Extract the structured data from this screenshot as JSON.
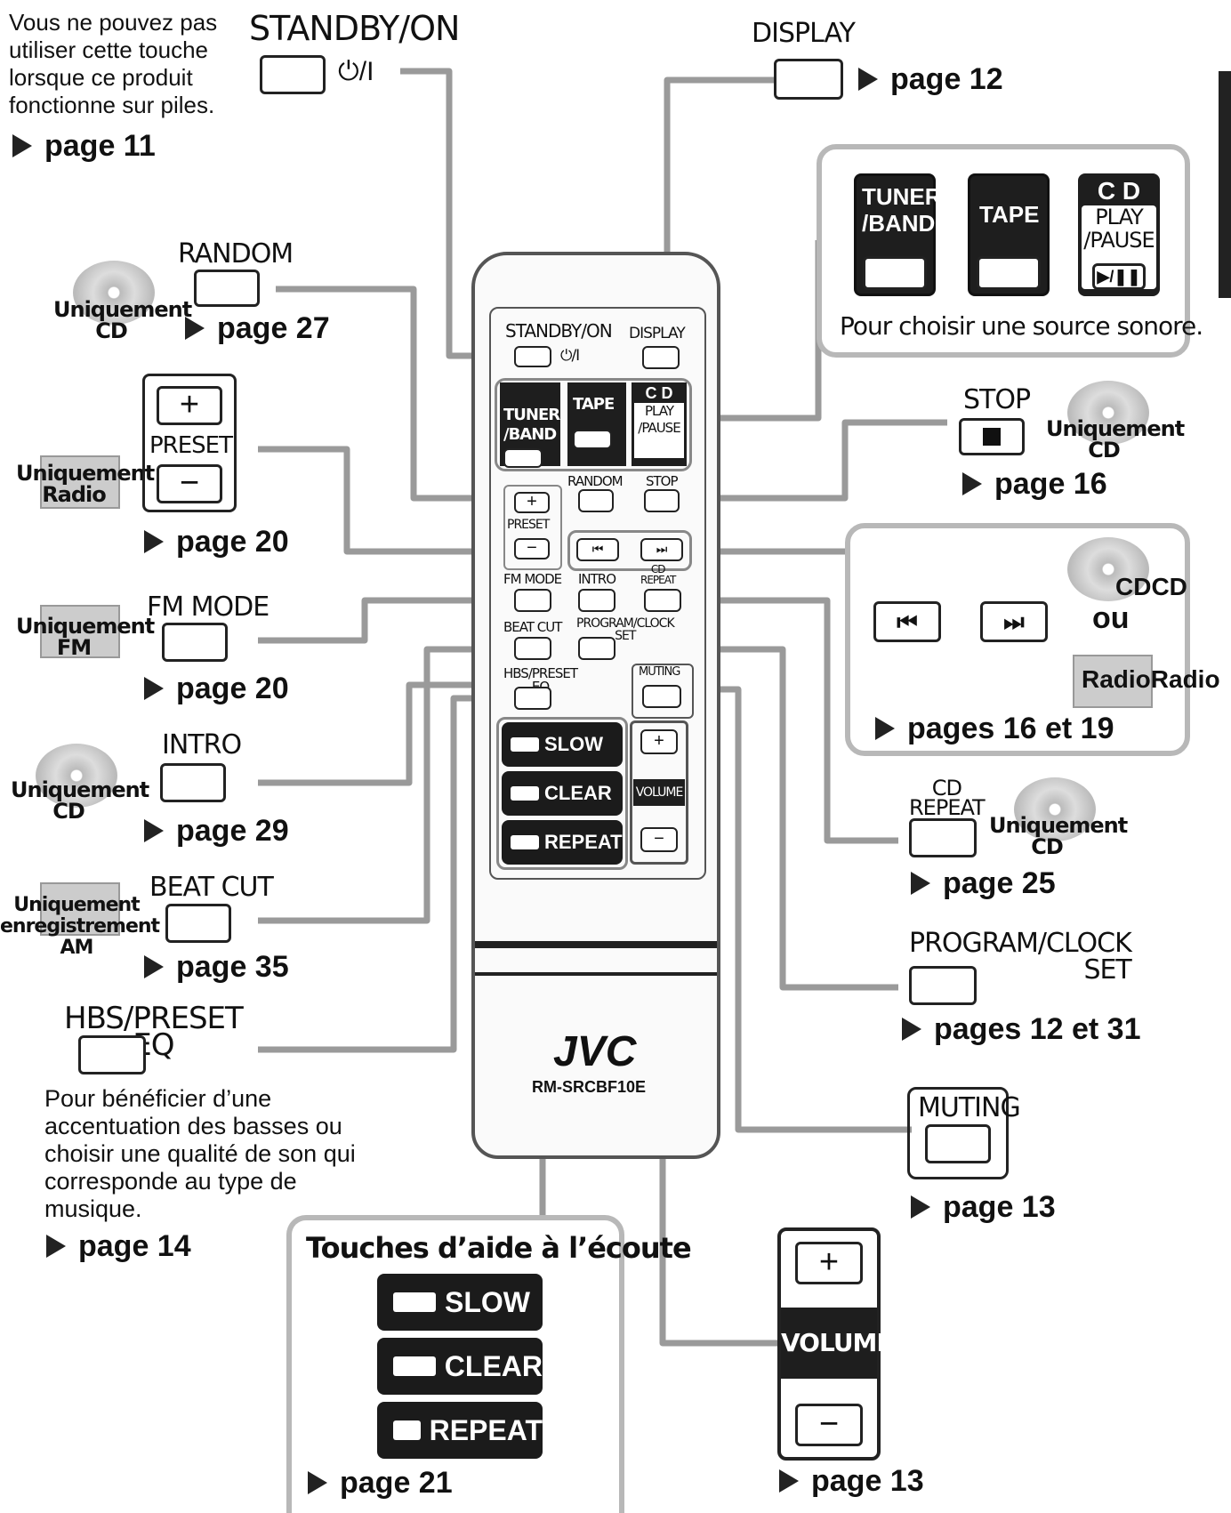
{
  "standby": {
    "note_lines": [
      "Vous ne pouvez pas",
      "utiliser cette touche",
      "lorsque ce produit",
      "fonctionne sur piles."
    ],
    "label": "STANDBY/ON",
    "symbol": "⏻/I",
    "page": "page 11"
  },
  "display": {
    "label": "DISPLAY",
    "page": "page 12"
  },
  "source": {
    "tuner": "TUNER\n/BAND",
    "tape": "TAPE",
    "cd_title": "C D",
    "cd_sub": "PLAY\n/PAUSE",
    "cd_icon": "▶/❚❚",
    "caption": "Pour choisir une source sonore."
  },
  "random": {
    "label": "RANDOM",
    "tag": "Uniquement\nCD",
    "page": "page 27"
  },
  "stop": {
    "label": "STOP",
    "tag": "Uniquement\nCD",
    "page": "page 16"
  },
  "preset": {
    "label": "PRESET",
    "plus": "+",
    "minus": "−",
    "tag": "Uniquement\nRadio",
    "page": "page 20"
  },
  "skip": {
    "prev": "⏮",
    "next": "⏭",
    "cd": "CDCD",
    "ou": "ou",
    "radio": "RadioRadio",
    "page": "pages 16 et 19"
  },
  "fm_mode": {
    "label": "FM MODE",
    "tag": "Uniquement\nFM",
    "page": "page 20"
  },
  "intro": {
    "label": "INTRO",
    "tag": "Uniquement\nCD",
    "page": "page 29"
  },
  "cd_repeat": {
    "label": "CD\nREPEAT",
    "tag": "Uniquement\nCD",
    "page": "page 25"
  },
  "beat_cut": {
    "label": "BEAT CUT",
    "tag": "Uniquement\nenregistrement AM",
    "page": "page 35"
  },
  "program": {
    "label": "PROGRAM/CLOCK\nSET",
    "page": "pages 12 et 31"
  },
  "hbs": {
    "label": "HBS/PRESET\nEQ",
    "desc_lines": [
      "Pour bénéficier d’une",
      "accentuation des basses ou",
      "choisir une qualité de son qui",
      "corresponde au type de",
      "musique."
    ],
    "page": "page 14"
  },
  "muting": {
    "label": "MUTING",
    "page": "page 13"
  },
  "listening": {
    "title": "Touches d’aide à l’écoute",
    "slow": "SLOW",
    "clear": "CLEAR",
    "repeat": "REPEAT",
    "page": "page 21"
  },
  "volume": {
    "label": "VOLUME",
    "plus": "+",
    "minus": "−",
    "page": "page 13"
  },
  "remote": {
    "standby": "STANDBY/ON",
    "display": "DISPLAY",
    "tuner": "TUNER\n/BAND",
    "tape": "TAPE",
    "cd": "C D",
    "playpause": "PLAY\n/PAUSE",
    "random": "RANDOM",
    "stop": "STOP",
    "preset": "PRESET",
    "fm_mode": "FM MODE",
    "intro": "INTRO",
    "cd_repeat": "CD\nREPEAT",
    "beat_cut": "BEAT CUT",
    "program": "PROGRAM/CLOCK\nSET",
    "hbs": "HBS/PRESET\nEQ",
    "muting": "MUTING",
    "volume": "VOLUME",
    "slow": "SLOW",
    "clear": "CLEAR",
    "repeat": "REPEAT",
    "brand": "JVC",
    "model": "RM-SRCBF10E",
    "standby_sym": "⏻/I"
  }
}
